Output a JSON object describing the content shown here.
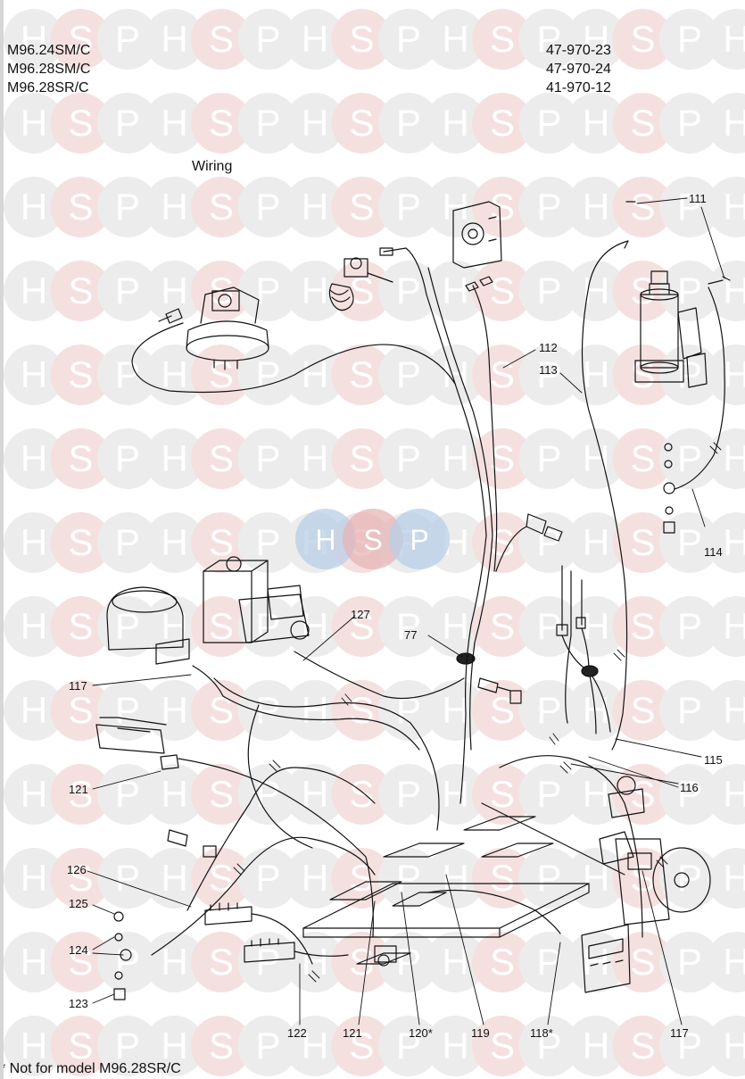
{
  "header": {
    "models": [
      "M96.24SM/C",
      "M96.28SM/C",
      "M96.28SR/C"
    ],
    "part_codes": [
      "47-970-23",
      "47-970-24",
      "41-970-12"
    ]
  },
  "title": "Wiring",
  "watermark": {
    "letters": [
      "H",
      "S",
      "P"
    ],
    "colors": {
      "H": "#c9c9c9",
      "S": "#e3a3a3",
      "P": "#c9c9c9"
    }
  },
  "callouts": {
    "c111": "111",
    "c112": "112",
    "c113": "113",
    "c114": "114",
    "c115": "115",
    "c116": "116",
    "c117a": "117",
    "c117b": "117",
    "c77": "77",
    "c127": "127",
    "c121a": "121",
    "c121b": "121",
    "c126": "126",
    "c125": "125",
    "c124": "124",
    "c123": "123",
    "c122": "122",
    "c120": "120*",
    "c119": "119",
    "c118": "118*"
  },
  "footnote": "* Not for model M96.28SR/C"
}
